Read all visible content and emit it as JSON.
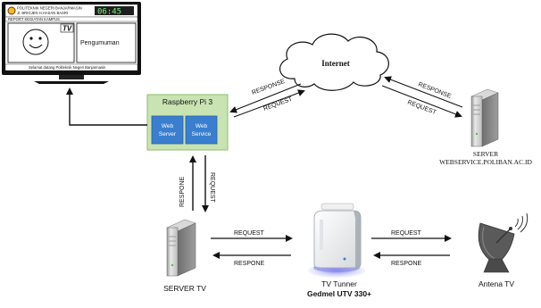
{
  "tv_screen": {
    "institution_line1": "POLITEKNIK NEGERI BANJARMASIN",
    "institution_line2": "Jl. BRIGJEN H.HASAN BASRI",
    "clock": "06:45",
    "news_ticker": "REPORT KEGIATAN KAMPUS",
    "tv_tag": "TV",
    "announcement": "Pengumuman",
    "welcome": "Selamat datang Politeknik Negeri Banjarmasin"
  },
  "raspberry": {
    "title": "Raspberry Pi 3",
    "module_1": [
      "Web",
      "Server"
    ],
    "module_2": [
      "Web",
      "Service"
    ]
  },
  "internet": {
    "label": "Internet"
  },
  "server_webservice": {
    "label_1": "SERVER",
    "label_2": "WEBSERVICE.POLIBAN.AC.ID"
  },
  "server_tv": {
    "label": "SERVER TV"
  },
  "tv_tuner": {
    "label_1": "TV Tunner",
    "label_2": "Gedmel UTV 330+"
  },
  "antenna": {
    "label": "Antena TV"
  },
  "links": {
    "rpi_internet_response": "RESPONSE",
    "rpi_internet_request": "REQUEST",
    "internet_server_response": "RESPONSE",
    "internet_server_request": "REQUEST",
    "rpi_servertv_respone": "RESPONE",
    "rpi_servertv_request": "REQUEST",
    "servertv_tuner_request": "REQUEST",
    "servertv_tuner_respone": "RESPONE",
    "tuner_antenna_request": "REQUEST",
    "tuner_antenna_respone": "RESPONE"
  },
  "colors": {
    "raspberry_fill": "#c9e3b2",
    "raspberry_border": "#8fbf6b",
    "module_fill": "#3a7fcf",
    "tv_screen_bg": "#f4f4f4",
    "tv_frame": "#111111"
  }
}
